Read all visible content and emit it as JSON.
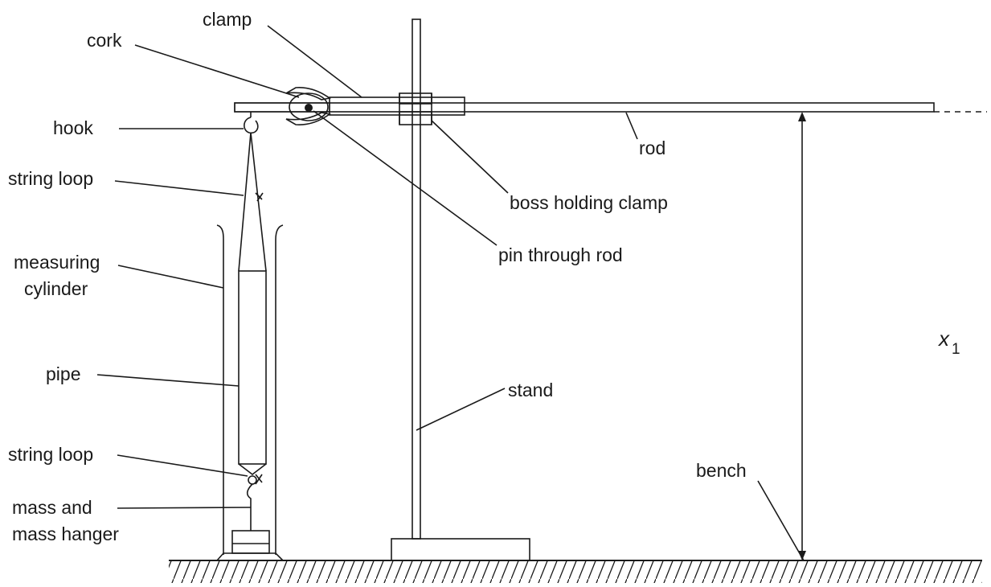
{
  "labels": {
    "cork": "cork",
    "clamp": "clamp",
    "hook": "hook",
    "string_loop_top": "string loop",
    "measuring_line1": "measuring",
    "measuring_line2": "cylinder",
    "pipe": "pipe",
    "string_loop_bottom": "string loop",
    "mass_line1": "mass and",
    "mass_line2": "mass hanger",
    "rod": "rod",
    "boss": "boss holding clamp",
    "pin": "pin through rod",
    "stand": "stand",
    "bench": "bench",
    "x_symbol": "x",
    "x_subscript": "1"
  },
  "colors": {
    "line": "#1a1a1a",
    "rod_fill": "#8c8c8c",
    "pipe_fill": "#d3d3d3",
    "mass_fill": "#8c8c8c",
    "cork_fill": "#bdbdbd",
    "background": "#ffffff"
  }
}
